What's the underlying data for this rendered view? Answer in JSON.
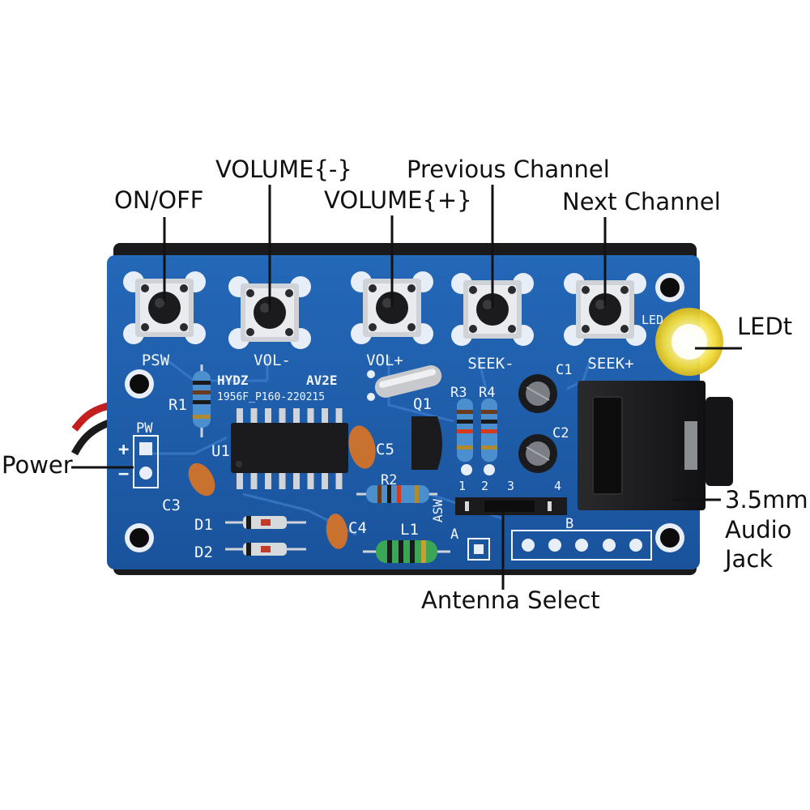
{
  "callouts": {
    "on_off": "ON/OFF",
    "volume_minus": "VOLUME{-}",
    "volume_plus": "VOLUME{+}",
    "previous_channel": "Previous Channel",
    "next_channel": "Next Channel",
    "led": "LEDt",
    "power": "Power",
    "audio_jack_line1": "3.5mm",
    "audio_jack_line2": "Audio",
    "audio_jack_line3": "Jack",
    "antenna_select": "Antenna Select"
  },
  "silkscreen": {
    "psw": "PSW",
    "vol_minus": "VOL-",
    "vol_plus": "VOL+",
    "seek_minus": "SEEK-",
    "seek_plus": "SEEK+",
    "brand": "HYDZ",
    "board_id": "1956F_P160-220215",
    "model": "AV2E",
    "r1": "R1",
    "u1": "U1",
    "pw": "PW",
    "plus": "+",
    "minus": "−",
    "c1": "C1",
    "c2": "C2",
    "c3": "C3",
    "c4": "C4",
    "c5": "C5",
    "q1": "Q1",
    "r3": "R3",
    "r4": "R4",
    "r2": "R2",
    "d1": "D1",
    "d2": "D2",
    "l1": "L1",
    "asw": "ASW",
    "pin1": "1",
    "pin2": "2",
    "pin3": "3",
    "pin4": "4",
    "a": "A",
    "b": "B",
    "led": "LED"
  },
  "colors": {
    "pcb_blue": "#1f5fae",
    "pcb_dark": "#123e7c",
    "silk": "#f2f6ff",
    "led_yellow": "#f5e65a",
    "chip_black": "#1b1b1d",
    "cap_orange": "#c9712e"
  }
}
